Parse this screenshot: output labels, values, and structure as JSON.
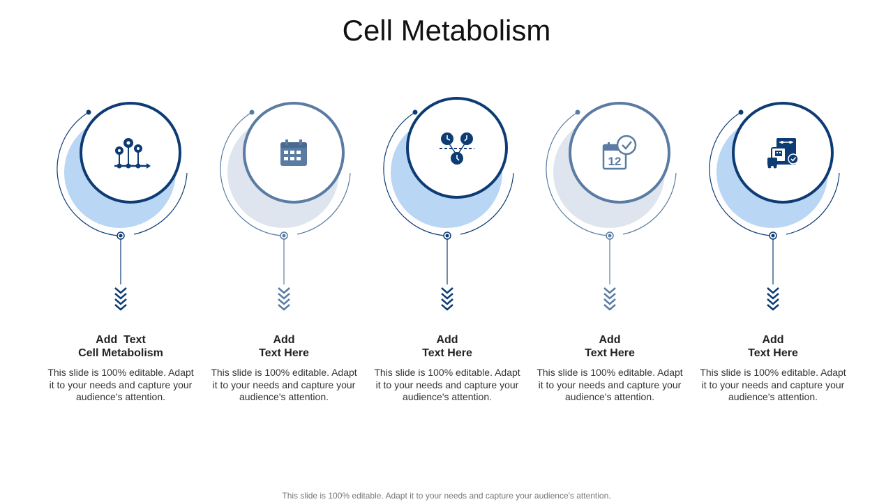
{
  "title": "Cell Metabolism",
  "footer": "This slide is 100% editable. Adapt it to your needs and capture your audience's attention.",
  "colors": {
    "dark": "#0d3b73",
    "muted": "#5a7ba2",
    "light_blue": "#b9d6f5",
    "light_gray": "#dfe5ee"
  },
  "steps": [
    {
      "icon": "pin-timeline-icon",
      "style": "dark",
      "heading_line1": "Add  Text",
      "heading_line2": "Cell Metabolism",
      "description": "This slide is 100% editable. Adapt it to your needs and capture your audience's attention."
    },
    {
      "icon": "calendar-icon",
      "style": "muted",
      "heading_line1": "Add",
      "heading_line2": "Text Here",
      "description": "This slide is 100% editable. Adapt it to your needs and capture your audience's attention."
    },
    {
      "icon": "clock-network-icon",
      "style": "dark",
      "heading_line1": "Add",
      "heading_line2": "Text Here",
      "description": "This slide is 100% editable. Adapt it to your needs and capture your audience's attention."
    },
    {
      "icon": "calendar-clock-icon",
      "style": "muted",
      "calendar_day": "12",
      "heading_line1": "Add",
      "heading_line2": "Text Here",
      "description": "This slide is 100% editable. Adapt it to your needs and capture your audience's attention."
    },
    {
      "icon": "schedule-document-icon",
      "style": "dark",
      "heading_line1": "Add",
      "heading_line2": "Text Here",
      "description": "This slide is 100% editable. Adapt it to your needs and capture your audience's attention."
    }
  ]
}
